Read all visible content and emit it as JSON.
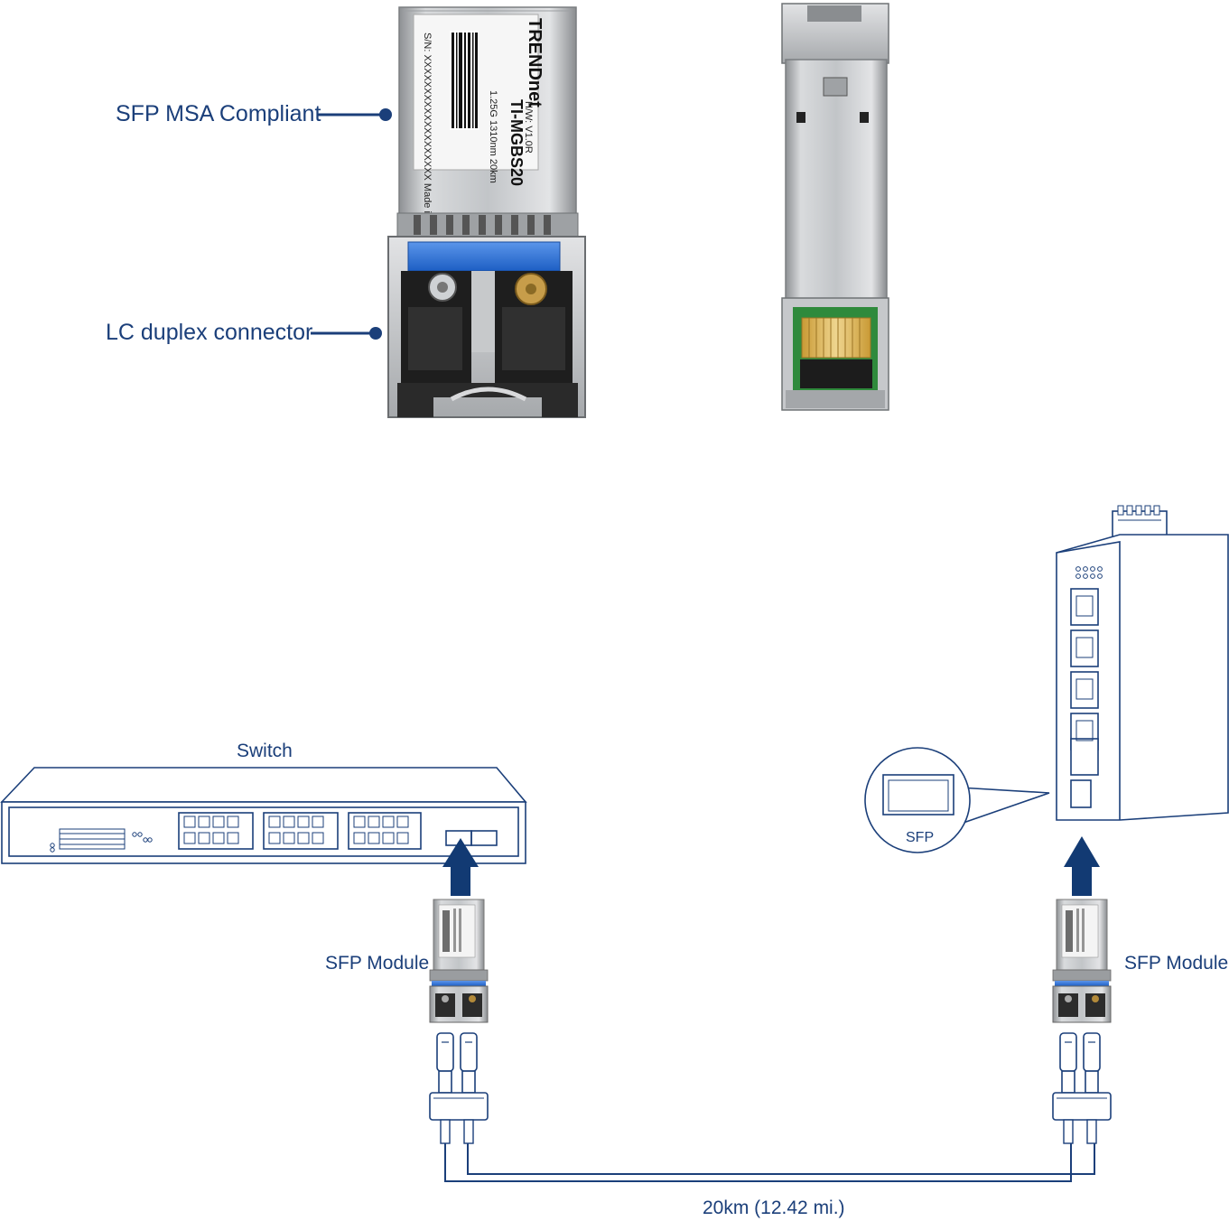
{
  "colors": {
    "navy": "#1b3f7a",
    "arrow": "#123a73",
    "blue_latch": "#2a6fd6",
    "metal": "#b9bcbf",
    "pcb_gold": "#d6b25a",
    "pcb_green": "#2f8a3c"
  },
  "photo": {
    "label_sfp_msa": "SFP MSA Compliant",
    "label_lc_duplex": "LC duplex connector",
    "module_sticker": {
      "brand": "TRENDnet",
      "model": "TI-MGBS20",
      "hw": "H/W: V1.0R",
      "spec": "1.25G 1310nm 20km",
      "serial": "S/N: XXXXXXXXXXXXXXXXXXX Made in Taiwan"
    }
  },
  "diagram": {
    "switch_label": "Switch",
    "sfp_module_left": "SFP Module",
    "sfp_module_right": "SFP Module",
    "sfp_callout": "SFP",
    "distance": "20km (12.42 mi.)"
  },
  "icons": [
    "arrow-up-icon",
    "fiber-cable-icon"
  ]
}
